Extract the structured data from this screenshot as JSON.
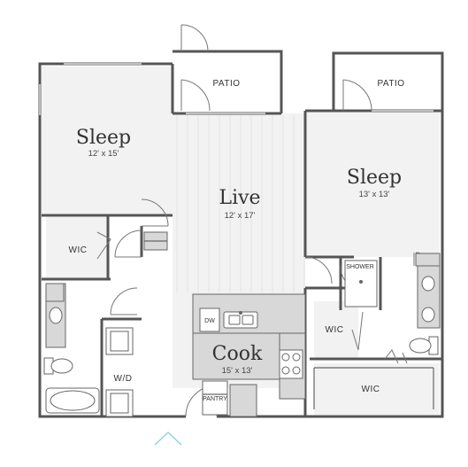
{
  "rooms": {
    "sleep_left": {
      "name": "Sleep",
      "size": "12' x 15'"
    },
    "sleep_right": {
      "name": "Sleep",
      "size": "13' x 13'"
    },
    "live": {
      "name": "Live",
      "size": "12' x 17'"
    },
    "cook": {
      "name": "Cook",
      "size": "15' x 13'"
    }
  },
  "labels": {
    "patio_left": "PATIO",
    "patio_right": "PATIO",
    "wic_left": "WIC",
    "wic_center": "WIC",
    "wic_bottom": "WIC",
    "shower": "SHOWER",
    "wd": "W/D",
    "dw": "DW",
    "pantry": "PANTRY"
  },
  "colors": {
    "wall": "#555555",
    "room_fill": "#f2f2f2",
    "cabinet": "#d8d8d8",
    "entry_marker": "#8fd3e8"
  }
}
